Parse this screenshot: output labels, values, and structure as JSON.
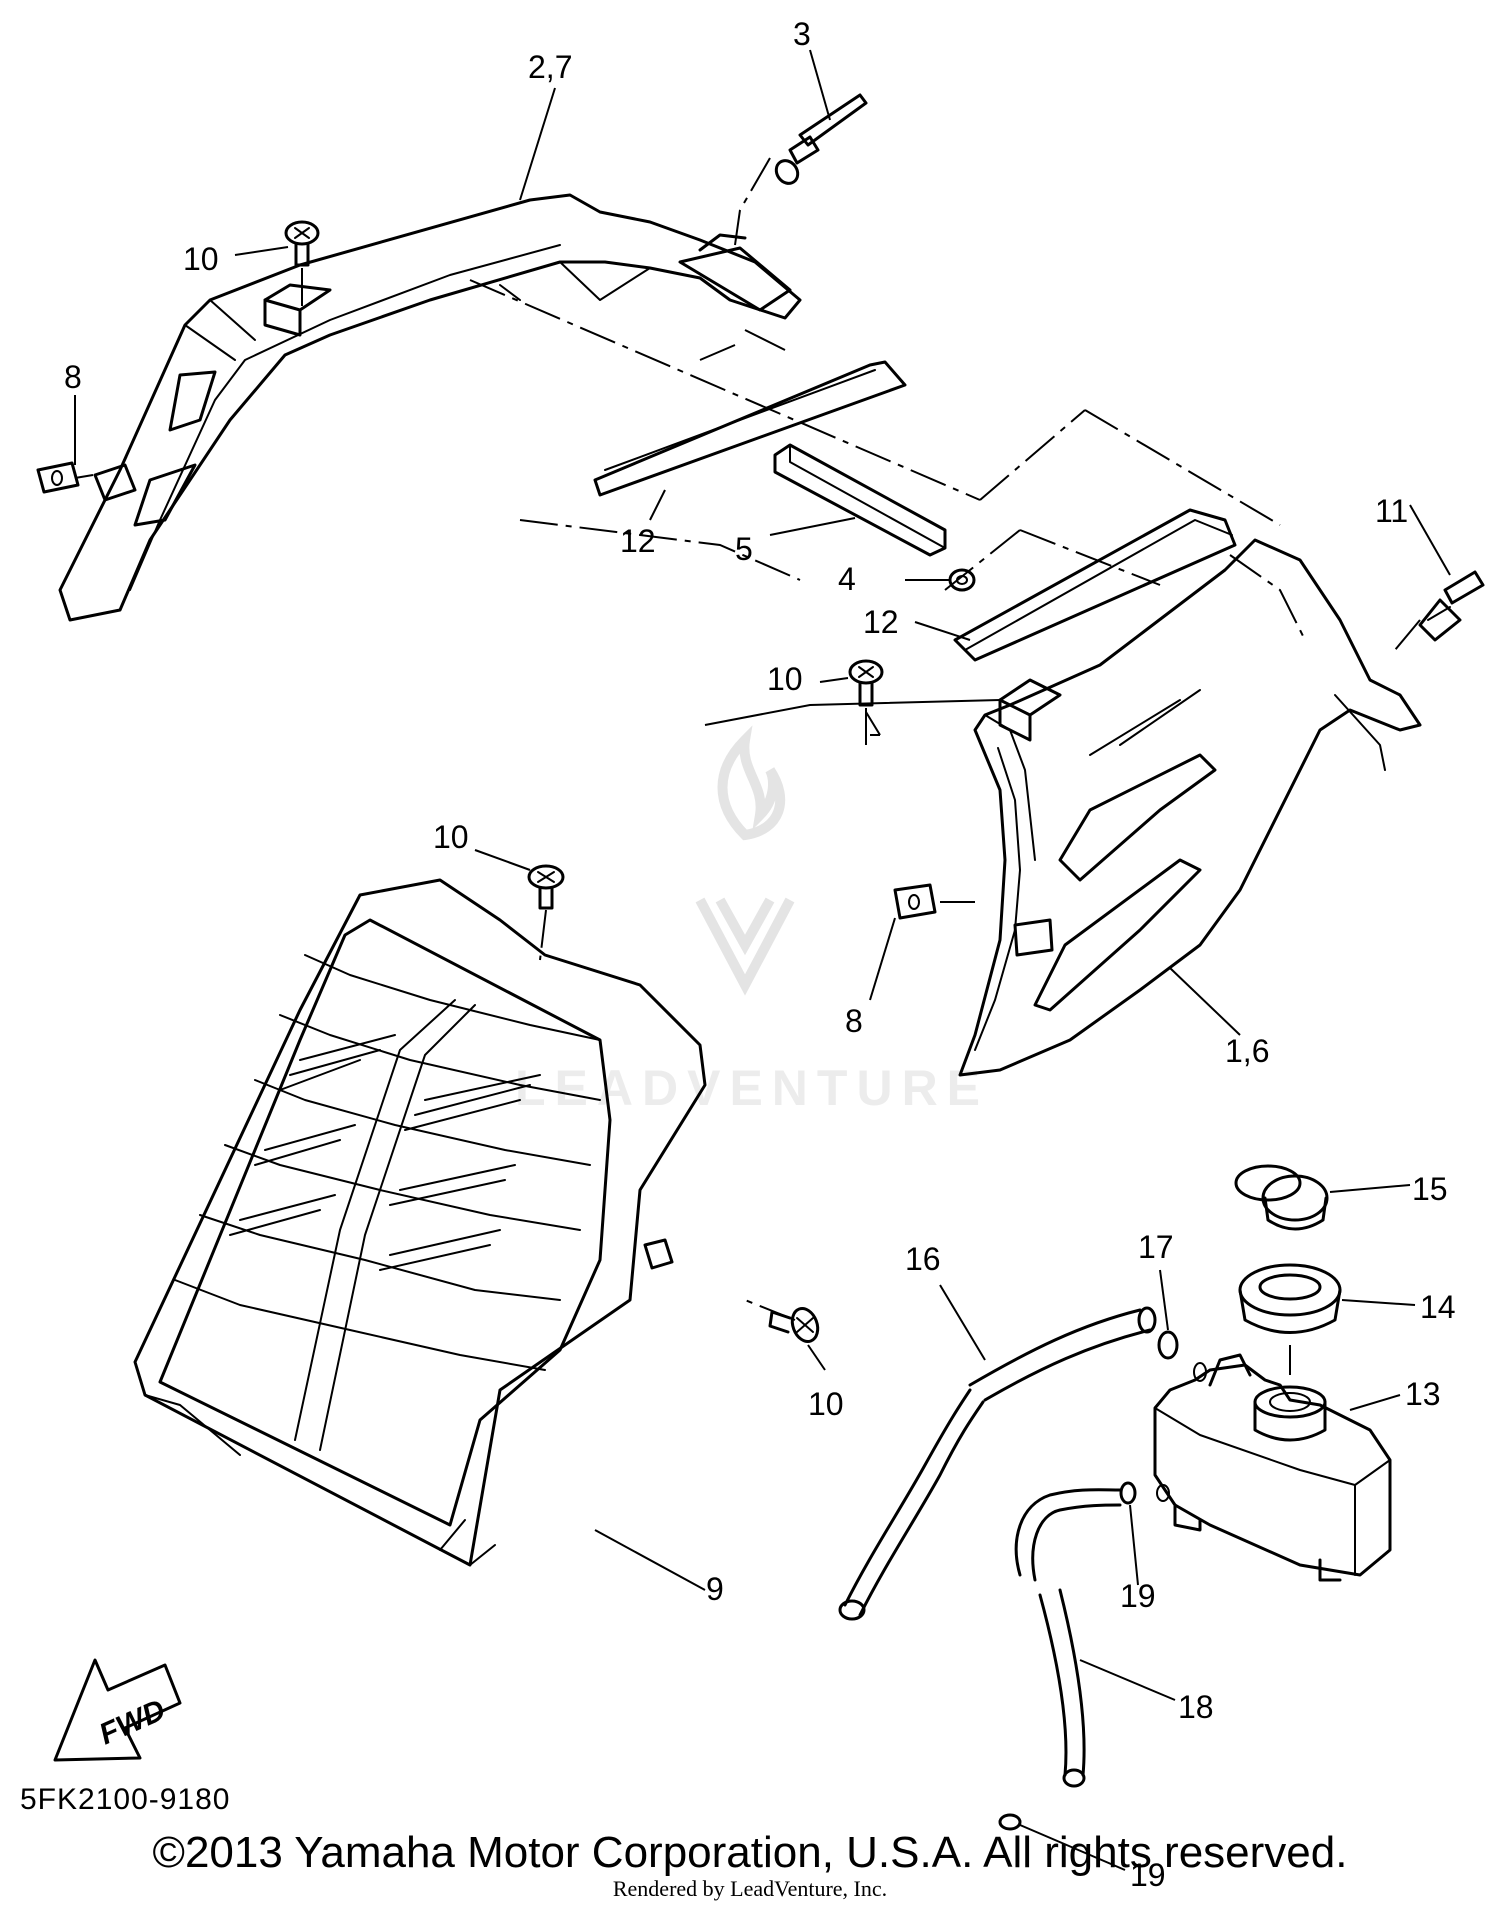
{
  "callouts": {
    "c_2_7": "2,7",
    "c_3": "3",
    "c_10_a": "10",
    "c_8_a": "8",
    "c_12_a": "12",
    "c_5": "5",
    "c_4": "4",
    "c_12_b": "12",
    "c_10_b": "10",
    "c_11": "11",
    "c_10_c": "10",
    "c_8_b": "8",
    "c_1_6": "1,6",
    "c_15": "15",
    "c_16": "16",
    "c_17": "17",
    "c_14": "14",
    "c_13": "13",
    "c_10_d": "10",
    "c_19_a": "19",
    "c_9": "9",
    "c_18": "18",
    "c_19_b": "19"
  },
  "fwd_label": "FWD",
  "watermark_text": "LEADVENTURE",
  "diagram_code": "5FK2100-9180",
  "copyright": "©2013 Yamaha Motor Corporation, U.S.A. All rights reserved.",
  "rendered_by": "Rendered by LeadVenture, Inc."
}
